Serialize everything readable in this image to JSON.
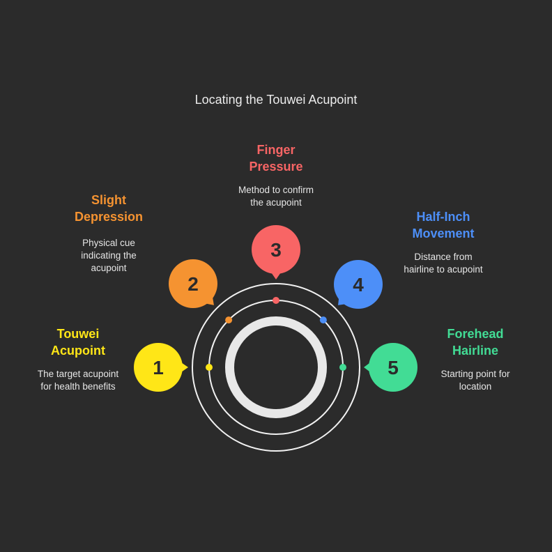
{
  "title": "Locating the Touwei Acupoint",
  "steps": [
    {
      "number": "1",
      "title": "Touwei Acupoint",
      "title_lines": [
        "Touwei",
        "Acupoint"
      ],
      "desc_lines": [
        "The target acupoint",
        "for health benefits"
      ],
      "color": "#FFE617"
    },
    {
      "number": "2",
      "title": "Slight Depression",
      "title_lines": [
        "Slight",
        "Depression"
      ],
      "desc_lines": [
        "Physical cue",
        "indicating the",
        "acupoint"
      ],
      "color": "#F59331"
    },
    {
      "number": "3",
      "title": "Finger Pressure",
      "title_lines": [
        "Finger",
        "Pressure"
      ],
      "desc_lines": [
        "Method to confirm",
        "the acupoint"
      ],
      "color": "#F86565"
    },
    {
      "number": "4",
      "title": "Half-Inch Movement",
      "title_lines": [
        "Half-Inch",
        "Movement"
      ],
      "desc_lines": [
        "Distance from",
        "hairline to acupoint"
      ],
      "color": "#4D8FF8"
    },
    {
      "number": "5",
      "title": "Forehead Hairline",
      "title_lines": [
        "Forehead",
        "Hairline"
      ],
      "desc_lines": [
        "Starting point for",
        "location"
      ],
      "color": "#42DC95"
    }
  ]
}
